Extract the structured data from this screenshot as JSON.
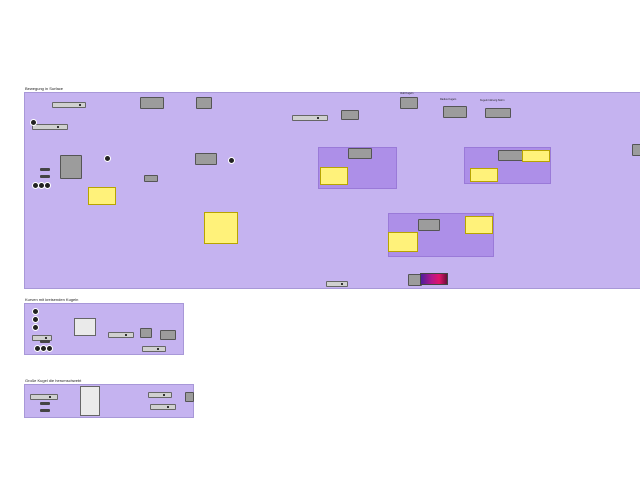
{
  "canvas": {
    "background": "#ffffff",
    "group_color": "#c5b3f0",
    "subgroup_color": "#ad8fe8",
    "panel_color": "#fff27a"
  },
  "groups": [
    {
      "title": "Bewegung in Surface"
    },
    {
      "title": "Kurven mit kreisenden Kugeln"
    },
    {
      "title": "Große Kugel die herumschwebt"
    }
  ],
  "main": {
    "labels": {
      "cluster_a": "Vekt Kugeln",
      "cluster_b": "Radius Kugeln",
      "cluster_c": "Kugeln bisherig Störm"
    }
  },
  "icons": [
    "slider-icon",
    "dial-icon",
    "panel-icon",
    "gradient-icon",
    "component-icon"
  ]
}
